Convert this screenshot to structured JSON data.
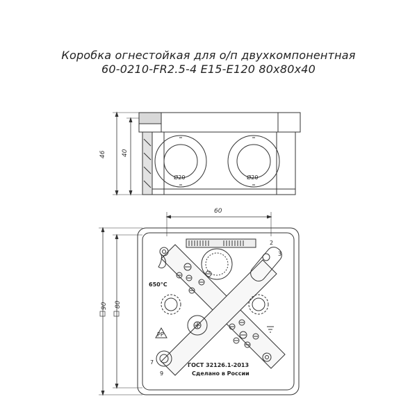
{
  "title": {
    "line1": "Коробка огнестойкая для о/п двухкомпонентная",
    "line2": "60-0210-FR2.5-4  E15-E120  80х80х40"
  },
  "side_view": {
    "dim_height_outer": "46",
    "dim_height_inner": "40",
    "hole1_label": "Ø20",
    "hole2_label": "Ø20"
  },
  "top_view": {
    "dim_width": "60",
    "dim_outer": "90",
    "dim_inner": "80",
    "terminal_2": "2",
    "terminal_3": "3",
    "terminal_7": "7",
    "terminal_9": "9",
    "temperature_mark": "650°С",
    "recycle_mark": "PP",
    "gost_text": "ГОСТ 32126.1-2013",
    "made_in_text": "Сделано в России"
  }
}
